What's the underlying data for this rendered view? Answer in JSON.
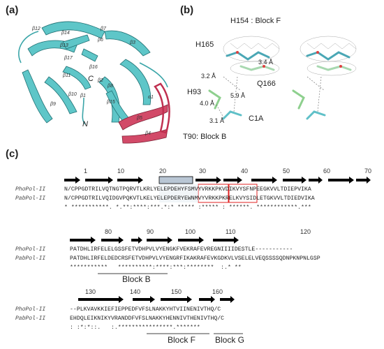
{
  "panels": {
    "a": {
      "label": "(a)",
      "strands": [
        "β12",
        "β14",
        "β13",
        "β7",
        "β17",
        "β16",
        "β6",
        "β3",
        "β11",
        "β2",
        "β8",
        "β10",
        "β1",
        "β9",
        "β15",
        "β5",
        "β4",
        "α1"
      ],
      "termini": [
        "C",
        "N"
      ]
    },
    "b": {
      "label": "(b)",
      "title": "H154 : Block F",
      "residues": [
        "H165",
        "Q166",
        "H93",
        "C1A",
        "T90: Block B"
      ],
      "distances": [
        "3.4 Å",
        "3.2 Å",
        "5.9 Å",
        "4.0 Å",
        "3.1 Å"
      ]
    },
    "c": {
      "label": "(c)",
      "rows": [
        {
          "numbers": [
            "1",
            "10",
            "20",
            "30",
            "40",
            "50",
            "60",
            "70"
          ],
          "seq1_name": "PhoPol-II",
          "seq1": "N/CPPGDTRILVQTNGTPQRVTLKRLYELEPDEHYFSMVYVRKKPKVDIKVYSFNPEEGKVVLTDIEPVIKA",
          "seq2_name": "PabPol-II",
          "seq2": "N/CPPGDTRILVQIDGVPQKVTLKELYELEPDERYEWNMVYVRKKPKRELKVYSIDLETGKVVLTDIEDVIKA",
          "cons": "* ***********. *.**:****:***.*:* ***** :***** : ******. ************.***"
        },
        {
          "numbers": [
            "80",
            "90",
            "100",
            "110",
            "120"
          ],
          "seq1_name": "PhoPol-II",
          "seq1": "PATDHLIRFELELGSSFETVDHPVLVYENGKFVEKRAFEVREGNIIIIDESTLE-----------",
          "seq2_name": "PabPol-II",
          "seq2": "PATDHLIRFELDEDCRSFETVDHPVLVYENGRFIKAKRAFEVKGDKVLVSELELVEQSSSSQDNPKNPNLGSP",
          "cons": "***********   **********:****:***:********  :.* **",
          "block": "Block B"
        },
        {
          "numbers": [
            "130",
            "140",
            "150",
            "160"
          ],
          "seq1_name": "PhoPol-II",
          "seq1": "--PLKVAVKKIEFIEPPEDFVFSLNAKKYHTVIINENIVTHQ/C",
          "seq2_name": "PabPol-II",
          "seq2": "EHDQLEIKNIKYVRANDDFVFSLNAKKYHENNIVTHENIVTHQ/C",
          "cons": ": :*:*::.   :.****************.*******",
          "blocks": [
            "Block F",
            "Block G"
          ]
        }
      ]
    }
  }
}
